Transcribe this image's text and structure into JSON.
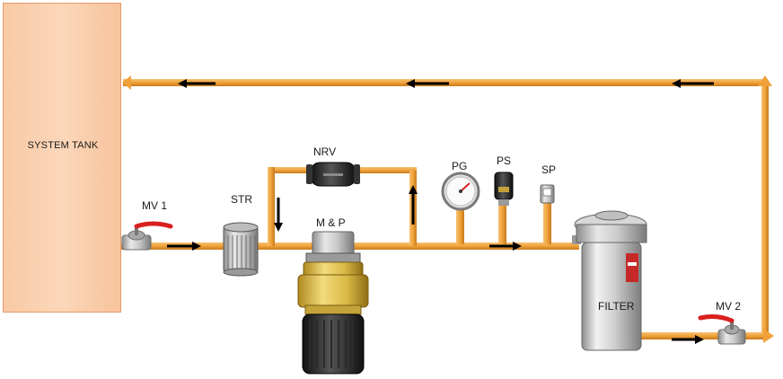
{
  "tank": {
    "label": "SYSTEM TANK"
  },
  "components": {
    "mv1": "MV 1",
    "str": "STR",
    "nrv": "NRV",
    "mp": "M & P",
    "pg": "PG",
    "ps": "PS",
    "sp": "SP",
    "filter": "FILTER",
    "mv2": "MV 2"
  },
  "colors": {
    "pipe": "#f0a23a",
    "pipe_edge": "#c97a1c",
    "arrow": "#000000",
    "tank": "#fbd7b9",
    "valve_handle": "#d92020"
  }
}
